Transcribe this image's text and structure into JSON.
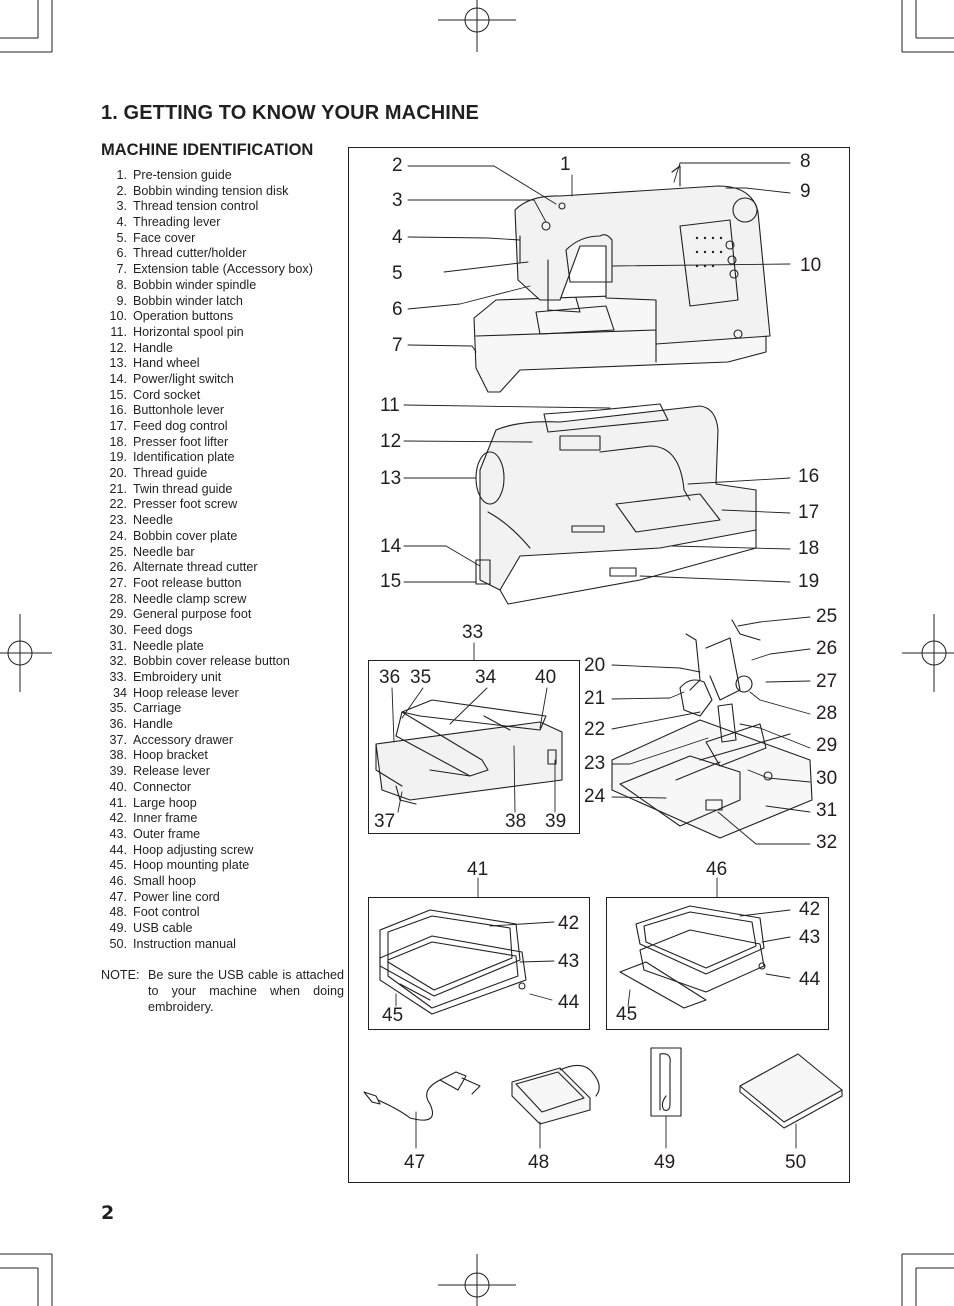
{
  "title": "1. GETTING TO KNOW YOUR MACHINE",
  "subtitle": "MACHINE IDENTIFICATION",
  "parts": [
    {
      "num": "1.",
      "label": "Pre-tension guide"
    },
    {
      "num": "2.",
      "label": "Bobbin winding tension disk"
    },
    {
      "num": "3.",
      "label": "Thread tension control"
    },
    {
      "num": "4.",
      "label": "Threading lever"
    },
    {
      "num": "5.",
      "label": "Face cover"
    },
    {
      "num": "6.",
      "label": "Thread cutter/holder"
    },
    {
      "num": "7.",
      "label": "Extension table (Accessory box)"
    },
    {
      "num": "8.",
      "label": "Bobbin winder spindle"
    },
    {
      "num": "9.",
      "label": "Bobbin winder latch"
    },
    {
      "num": "10.",
      "label": "Operation buttons"
    },
    {
      "num": "11.",
      "label": "Horizontal spool pin"
    },
    {
      "num": "12.",
      "label": "Handle"
    },
    {
      "num": "13.",
      "label": "Hand wheel"
    },
    {
      "num": "14.",
      "label": "Power/light switch"
    },
    {
      "num": "15.",
      "label": "Cord socket"
    },
    {
      "num": "16.",
      "label": "Buttonhole lever"
    },
    {
      "num": "17.",
      "label": "Feed dog control"
    },
    {
      "num": "18.",
      "label": "Presser foot lifter"
    },
    {
      "num": "19.",
      "label": "Identification plate"
    },
    {
      "num": "20.",
      "label": "Thread guide"
    },
    {
      "num": "21.",
      "label": "Twin thread guide"
    },
    {
      "num": "22.",
      "label": "Presser foot screw"
    },
    {
      "num": "23.",
      "label": "Needle"
    },
    {
      "num": "24.",
      "label": "Bobbin cover plate"
    },
    {
      "num": "25.",
      "label": "Needle bar"
    },
    {
      "num": "26.",
      "label": "Alternate thread cutter"
    },
    {
      "num": "27.",
      "label": "Foot release button"
    },
    {
      "num": "28.",
      "label": "Needle clamp screw"
    },
    {
      "num": "29.",
      "label": "General purpose foot"
    },
    {
      "num": "30.",
      "label": "Feed dogs"
    },
    {
      "num": "31.",
      "label": "Needle plate"
    },
    {
      "num": "32.",
      "label": "Bobbin cover release button"
    },
    {
      "num": "33.",
      "label": "Embroidery unit"
    },
    {
      "num": "34",
      "label": "Hoop release lever"
    },
    {
      "num": "35.",
      "label": "Carriage"
    },
    {
      "num": "36.",
      "label": "Handle"
    },
    {
      "num": "37.",
      "label": "Accessory drawer"
    },
    {
      "num": "38.",
      "label": "Hoop bracket"
    },
    {
      "num": "39.",
      "label": "Release lever"
    },
    {
      "num": "40.",
      "label": "Connector"
    },
    {
      "num": "41.",
      "label": "Large hoop"
    },
    {
      "num": "42.",
      "label": "Inner frame"
    },
    {
      "num": "43.",
      "label": "Outer frame"
    },
    {
      "num": "44.",
      "label": "Hoop adjusting screw"
    },
    {
      "num": "45.",
      "label": "Hoop mounting plate"
    },
    {
      "num": "46.",
      "label": "Small hoop"
    },
    {
      "num": "47.",
      "label": "Power line cord"
    },
    {
      "num": "48.",
      "label": "Foot control"
    },
    {
      "num": "49.",
      "label": "USB cable"
    },
    {
      "num": "50.",
      "label": "Instruction manual"
    }
  ],
  "note": {
    "label": "NOTE:",
    "text": "Be sure the USB cable is attached to your machine when doing embroidery."
  },
  "page_number": "2",
  "callouts": {
    "c1": "1",
    "c2": "2",
    "c3": "3",
    "c4": "4",
    "c5": "5",
    "c6": "6",
    "c7": "7",
    "c8": "8",
    "c9": "9",
    "c10": "10",
    "c11": "11",
    "c12": "12",
    "c13": "13",
    "c14": "14",
    "c15": "15",
    "c16": "16",
    "c17": "17",
    "c18": "18",
    "c19": "19",
    "c20": "20",
    "c21": "21",
    "c22": "22",
    "c23": "23",
    "c24": "24",
    "c25": "25",
    "c26": "26",
    "c27": "27",
    "c28": "28",
    "c29": "29",
    "c30": "30",
    "c31": "31",
    "c32": "32",
    "c33": "33",
    "c34": "34",
    "c35": "35",
    "c36": "36",
    "c37": "37",
    "c38": "38",
    "c39": "39",
    "c40": "40",
    "c41": "41",
    "c42a": "42",
    "c43a": "43",
    "c44a": "44",
    "c45a": "45",
    "c46": "46",
    "c42b": "42",
    "c43b": "43",
    "c44b": "44",
    "c45b": "45",
    "c47": "47",
    "c48": "48",
    "c49": "49",
    "c50": "50"
  }
}
